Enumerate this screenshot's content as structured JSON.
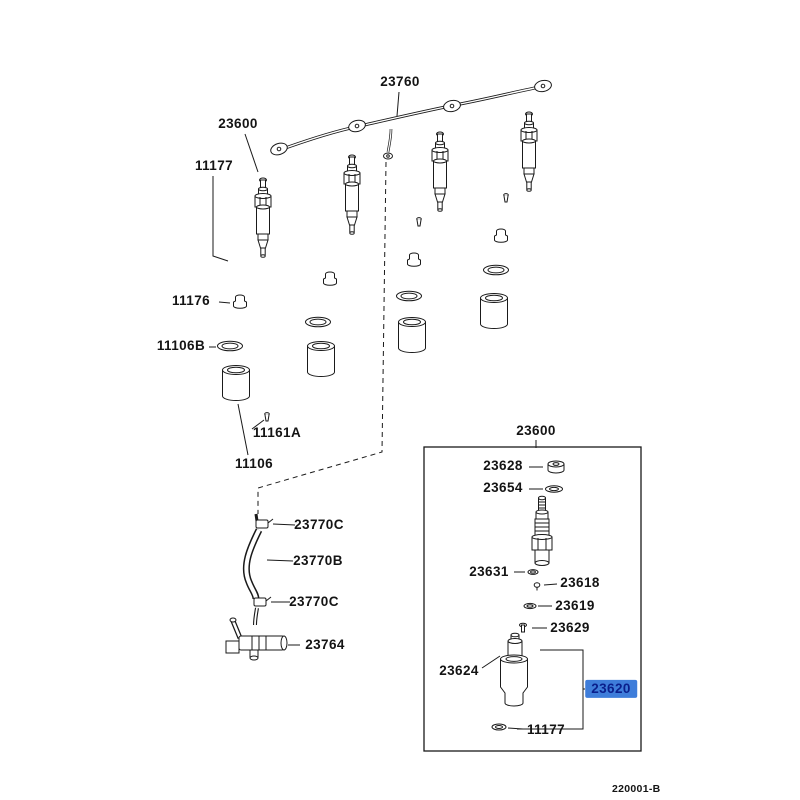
{
  "diagram": {
    "code": "220001-B",
    "labels": {
      "pipe": "23760",
      "assy_main": "23600",
      "washer_main": "11177",
      "seat": "11176",
      "gasket": "11106B",
      "pin_small": "11161A",
      "holder": "11106",
      "clamp_upper": "23770C",
      "hose": "23770B",
      "clamp_lower": "23770C",
      "union": "23764",
      "assy_detail": "23600",
      "nut": "23628",
      "washer_upper": "23654",
      "ring": "23631",
      "pin_detail": "23618",
      "washer_mid": "23619",
      "valve": "23629",
      "nozzle": "23624",
      "kit_selected": "23620",
      "washer_detail": "11177"
    },
    "highlight": {
      "part": "23620",
      "background": "#3E7DDA",
      "text": "#0A1F8C"
    }
  }
}
